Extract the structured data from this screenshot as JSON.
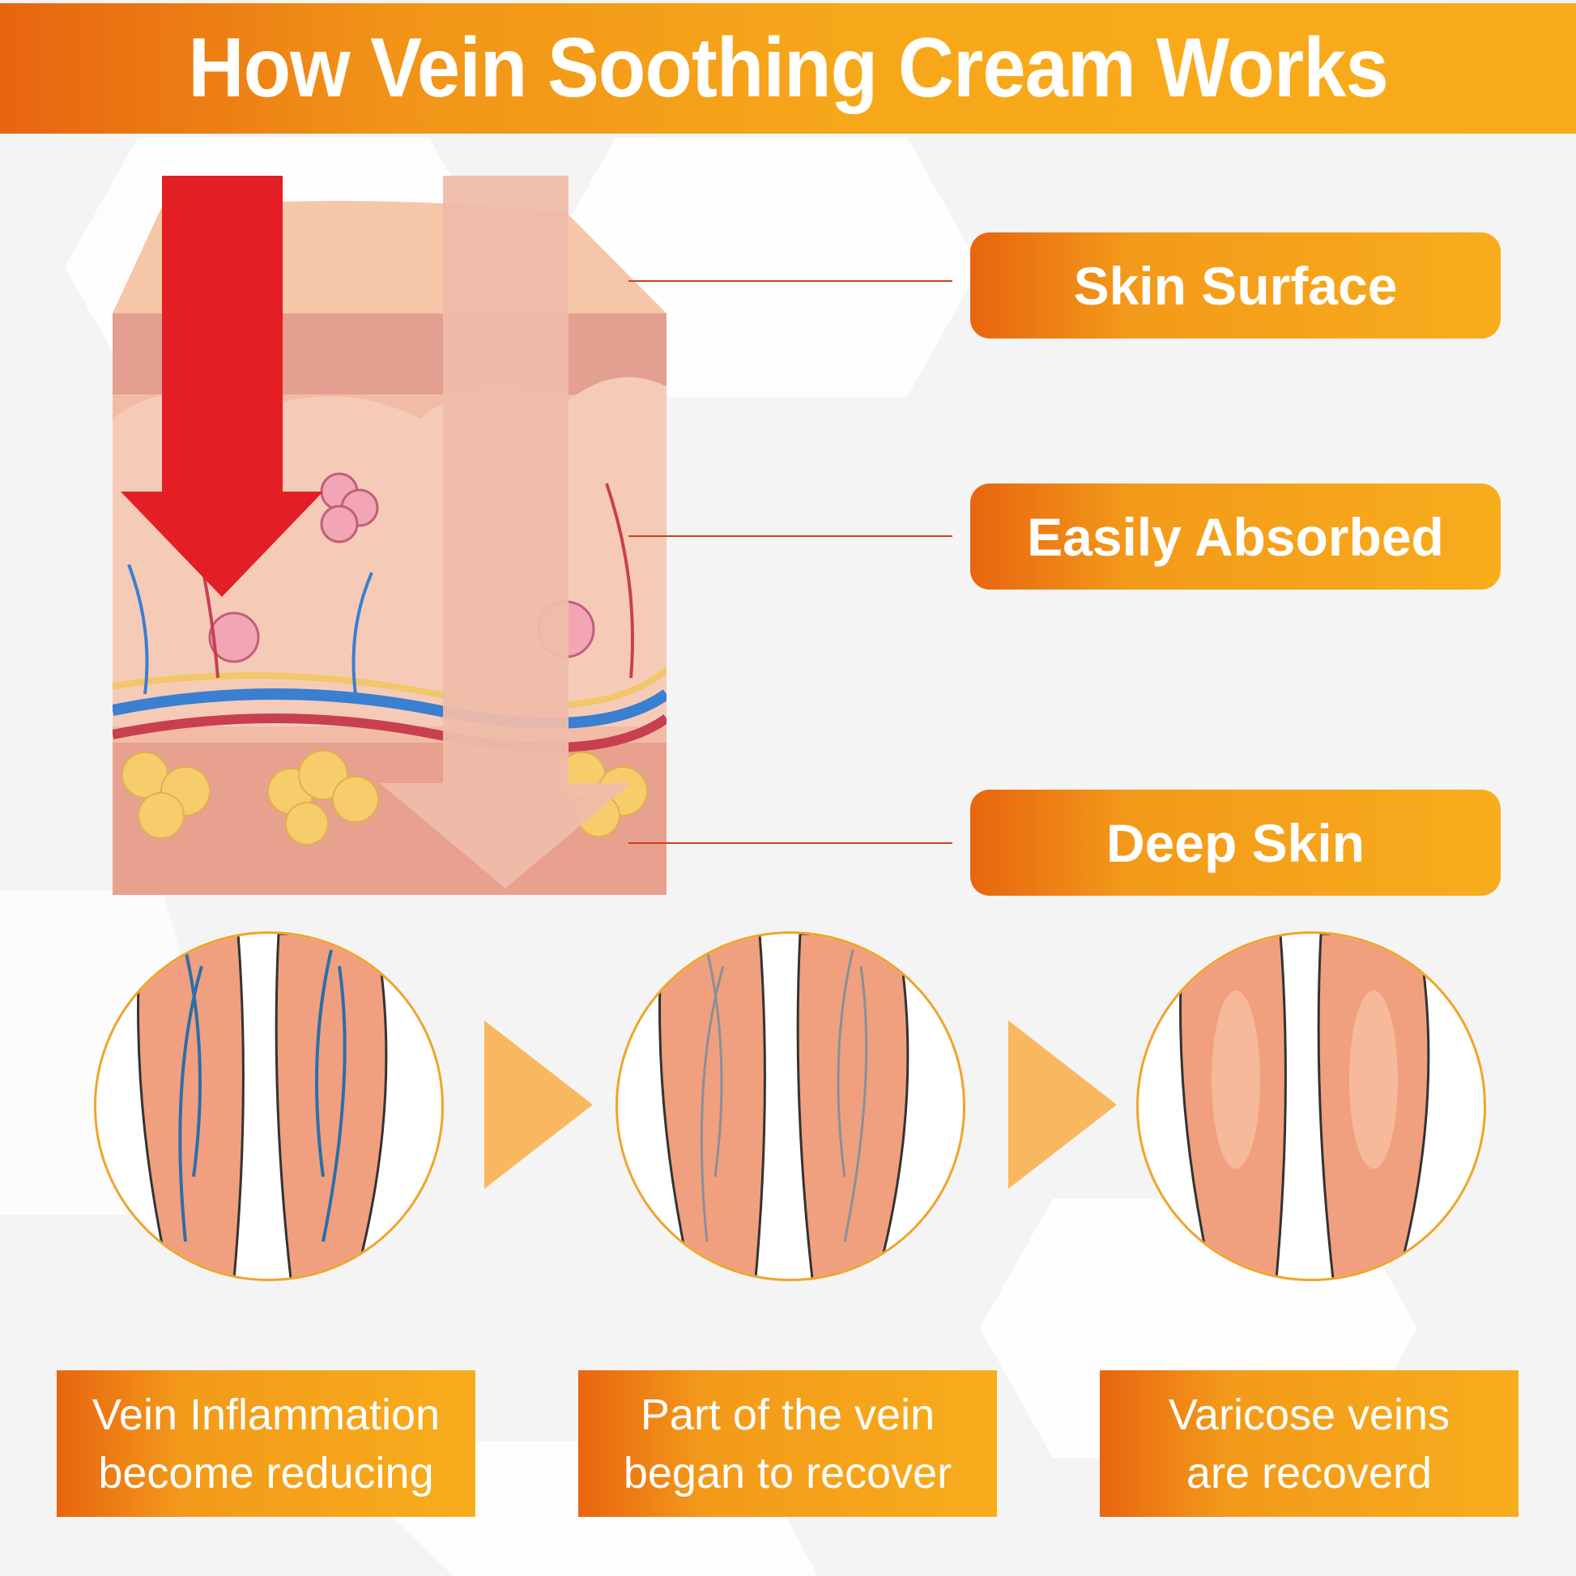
{
  "title": "How Vein Soothing Cream Works",
  "layers": [
    {
      "label": "Skin Surface"
    },
    {
      "label": "Easily Absorbed"
    },
    {
      "label": "Deep Skin"
    }
  ],
  "stages": [
    {
      "line1": "Vein Inflammation",
      "line2": "become reducing",
      "vein_color": "#2c6ea8"
    },
    {
      "line1": "Part of the vein",
      "line2": "began to recover",
      "vein_color": "#7f8a9a"
    },
    {
      "line1": "Varicose veins",
      "line2": "are recoverd",
      "vein_color": "none"
    }
  ],
  "colors": {
    "accent_start": "#e8650f",
    "accent_end": "#f8ac1a",
    "arrow_red": "#e31e24",
    "arrow_pink": "#efbcaa"
  }
}
